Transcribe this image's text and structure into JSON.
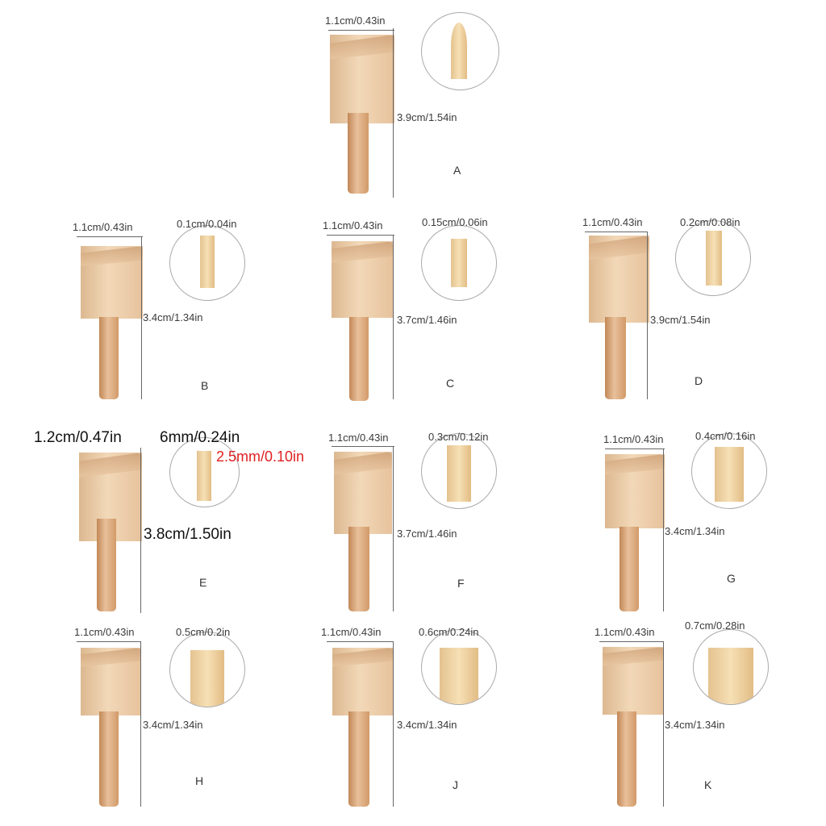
{
  "panels": [
    {
      "id": "A",
      "width_label": "1.1cm/0.43in",
      "height_label": "3.9cm/1.54in",
      "tip_label": "",
      "letter": "A"
    },
    {
      "id": "B",
      "width_label": "1.1cm/0.43in",
      "height_label": "3.4cm/1.34in",
      "tip_label": "0.1cm/0.04in",
      "letter": "B"
    },
    {
      "id": "C",
      "width_label": "1.1cm/0.43in",
      "height_label": "3.7cm/1.46in",
      "tip_label": "0.15cm/0.06in",
      "letter": "C"
    },
    {
      "id": "D",
      "width_label": "1.1cm/0.43in",
      "height_label": "3.9cm/1.54in",
      "tip_label": "0.2cm/0.08in",
      "letter": "D"
    },
    {
      "id": "E",
      "width_label": "1.2cm/0.47in",
      "height_label": "3.8cm/1.50in",
      "tip_label": "6mm/0.24in",
      "tip_label2": "2.5mm/0.10in",
      "letter": "E"
    },
    {
      "id": "F",
      "width_label": "1.1cm/0.43in",
      "height_label": "3.7cm/1.46in",
      "tip_label": "0.3cm/0.12in",
      "letter": "F"
    },
    {
      "id": "G",
      "width_label": "1.1cm/0.43in",
      "height_label": "3.4cm/1.34in",
      "tip_label": "0.4cm/0.16in",
      "letter": "G"
    },
    {
      "id": "H",
      "width_label": "1.1cm/0.43in",
      "height_label": "3.4cm/1.34in",
      "tip_label": "0.5cm/0.2in",
      "letter": "H"
    },
    {
      "id": "J",
      "width_label": "1.1cm/0.43in",
      "height_label": "3.4cm/1.34in",
      "tip_label": "0.6cm/0.24in",
      "letter": "J"
    },
    {
      "id": "K",
      "width_label": "1.1cm/0.43in",
      "height_label": "3.4cm/1.34in",
      "tip_label": "0.7cm/0.28in",
      "letter": "K"
    }
  ],
  "colors": {
    "wood_light": "#f2d8b8",
    "brass": "#e4c28f",
    "copper": "#c28857",
    "accent_red": "#e02020"
  }
}
